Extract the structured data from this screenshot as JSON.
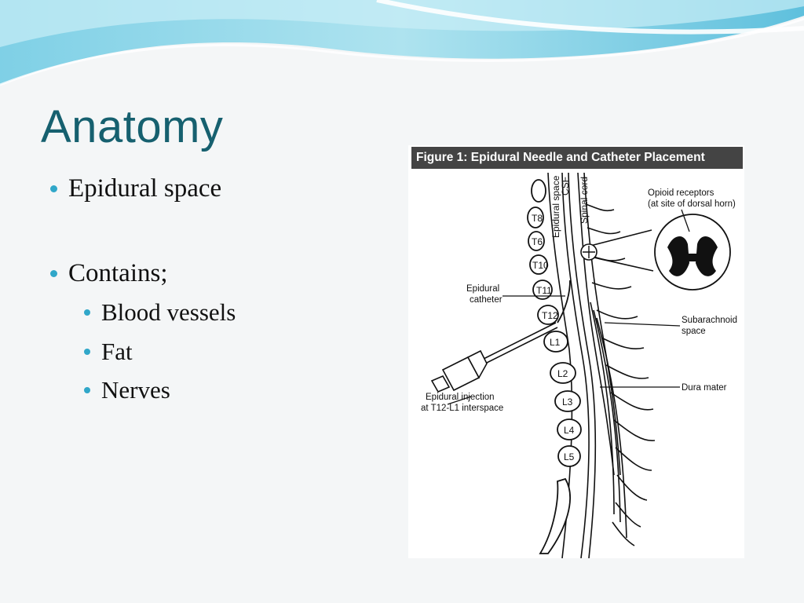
{
  "slide": {
    "title": "Anatomy",
    "bullets": [
      {
        "text": "Epidural space",
        "level": 1
      },
      {
        "text": "Contains;",
        "level": 1,
        "children": [
          "Blood vessels",
          "Fat",
          "Nerves"
        ]
      }
    ]
  },
  "figure": {
    "header": "Figure 1: Epidural Needle and Catheter Placement",
    "vertebrae": [
      "T8",
      "T6",
      "T10",
      "T11",
      "T12",
      "L1",
      "L2",
      "L3",
      "L4",
      "L5"
    ],
    "vertical_labels": {
      "epidural_space": "Epidural space",
      "csf": "CSF",
      "spinal_cord": "Spinal cord"
    },
    "callouts": {
      "opioid_line1": "Opioid receptors",
      "opioid_line2": "(at site of dorsal horn)",
      "catheter_line1": "Epidural",
      "catheter_line2": "catheter",
      "subarachnoid_line1": "Subarachnoid",
      "subarachnoid_line2": "space",
      "dura": "Dura mater",
      "injection_line1": "Epidural injection",
      "injection_line2": "at T12-L1 interspace"
    }
  },
  "colors": {
    "title": "#16606f",
    "bullet": "#30a7c9",
    "header_bg": "#444444"
  }
}
